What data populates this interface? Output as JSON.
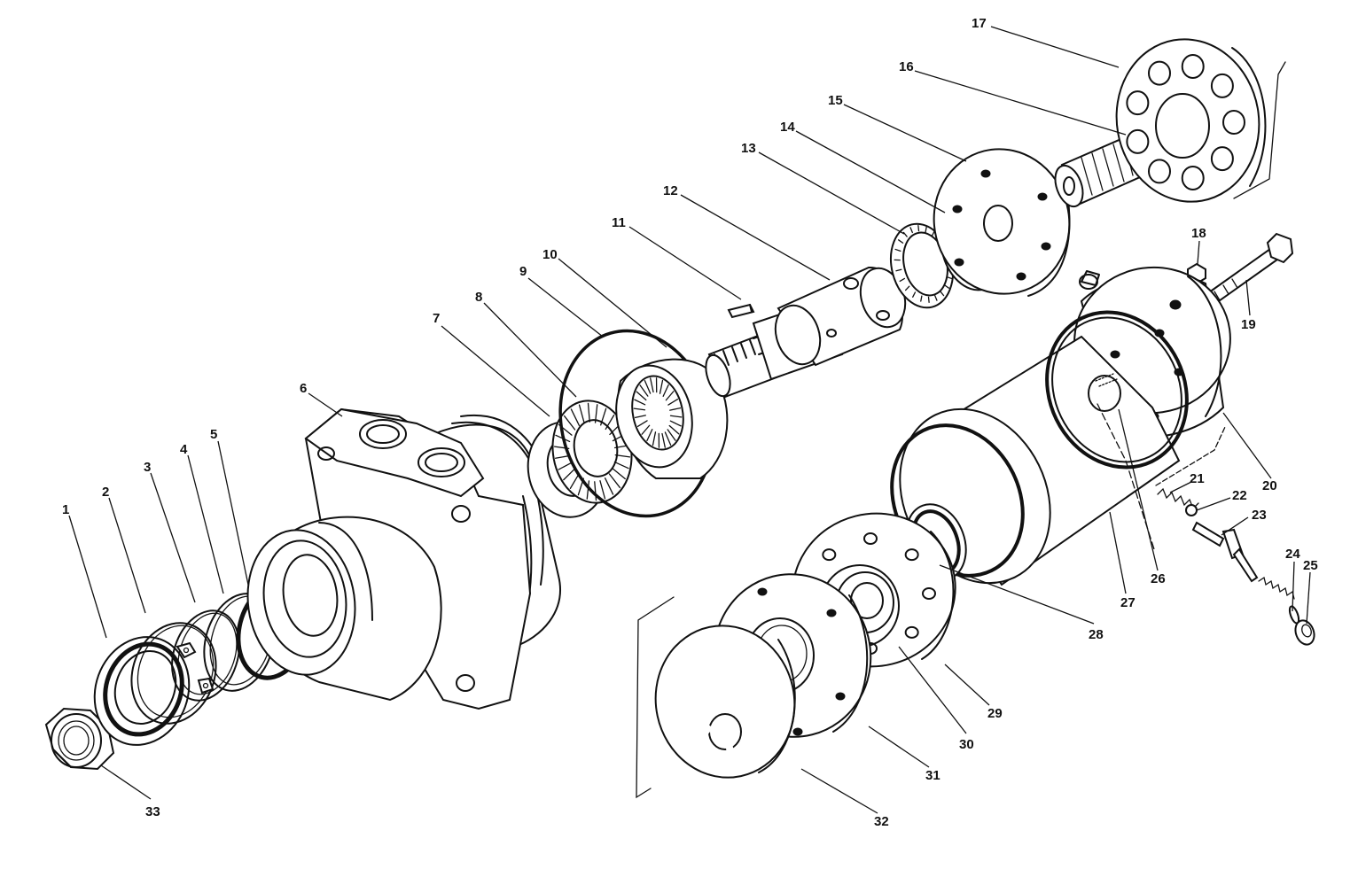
{
  "parts": [
    {
      "id": "1",
      "label": "1"
    },
    {
      "id": "2",
      "label": "2"
    },
    {
      "id": "3",
      "label": "3"
    },
    {
      "id": "4",
      "label": "4"
    },
    {
      "id": "5",
      "label": "5"
    },
    {
      "id": "6",
      "label": "6"
    },
    {
      "id": "7",
      "label": "7"
    },
    {
      "id": "8",
      "label": "8"
    },
    {
      "id": "9",
      "label": "9"
    },
    {
      "id": "10",
      "label": "10"
    },
    {
      "id": "11",
      "label": "11"
    },
    {
      "id": "12",
      "label": "12"
    },
    {
      "id": "13",
      "label": "13"
    },
    {
      "id": "14",
      "label": "14"
    },
    {
      "id": "15",
      "label": "15"
    },
    {
      "id": "16",
      "label": "16"
    },
    {
      "id": "17",
      "label": "17"
    },
    {
      "id": "18",
      "label": "18"
    },
    {
      "id": "19",
      "label": "19"
    },
    {
      "id": "20",
      "label": "20"
    },
    {
      "id": "21",
      "label": "21"
    },
    {
      "id": "22",
      "label": "22"
    },
    {
      "id": "23",
      "label": "23"
    },
    {
      "id": "24",
      "label": "24"
    },
    {
      "id": "25",
      "label": "25"
    },
    {
      "id": "26",
      "label": "26"
    },
    {
      "id": "27",
      "label": "27"
    },
    {
      "id": "28",
      "label": "28"
    },
    {
      "id": "29",
      "label": "29"
    },
    {
      "id": "30",
      "label": "30"
    },
    {
      "id": "31",
      "label": "31"
    },
    {
      "id": "32",
      "label": "32"
    },
    {
      "id": "33",
      "label": "33"
    }
  ]
}
